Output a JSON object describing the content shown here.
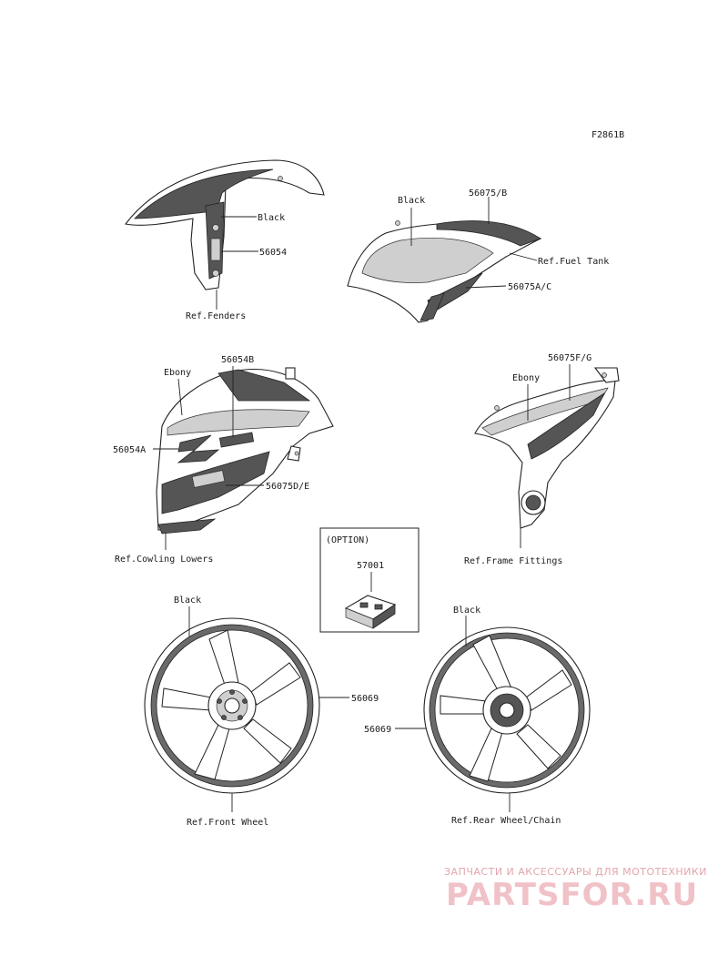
{
  "figure_code": "F2861B",
  "option_box": {
    "title": "(OPTION)",
    "part": "57001"
  },
  "labels": {
    "fender_black": "Black",
    "fender_part": "56054",
    "fender_ref": "Ref.Fenders",
    "tank_black": "Black",
    "tank_part_b": "56075/B",
    "tank_ref": "Ref.Fuel Tank",
    "tank_part_ac": "56075A/C",
    "cowl_ebony": "Ebony",
    "cowl_part_b": "56054B",
    "cowl_part_a": "56054A",
    "cowl_part_de": "56075D/E",
    "cowl_ref": "Ref.Cowling Lowers",
    "frame_part_fg": "56075F/G",
    "frame_ebony": "Ebony",
    "frame_ref": "Ref.Frame Fittings",
    "front_black": "Black",
    "front_part": "56069",
    "front_ref": "Ref.Front Wheel",
    "rear_black": "Black",
    "rear_part": "56069",
    "rear_ref": "Ref.Rear Wheel/Chain"
  },
  "watermark": {
    "tagline": "ЗАПЧАСТИ И АКСЕССУАРЫ ДЛЯ МОТОТЕХНИКИ",
    "logo": "PARTSFOR.RU"
  }
}
